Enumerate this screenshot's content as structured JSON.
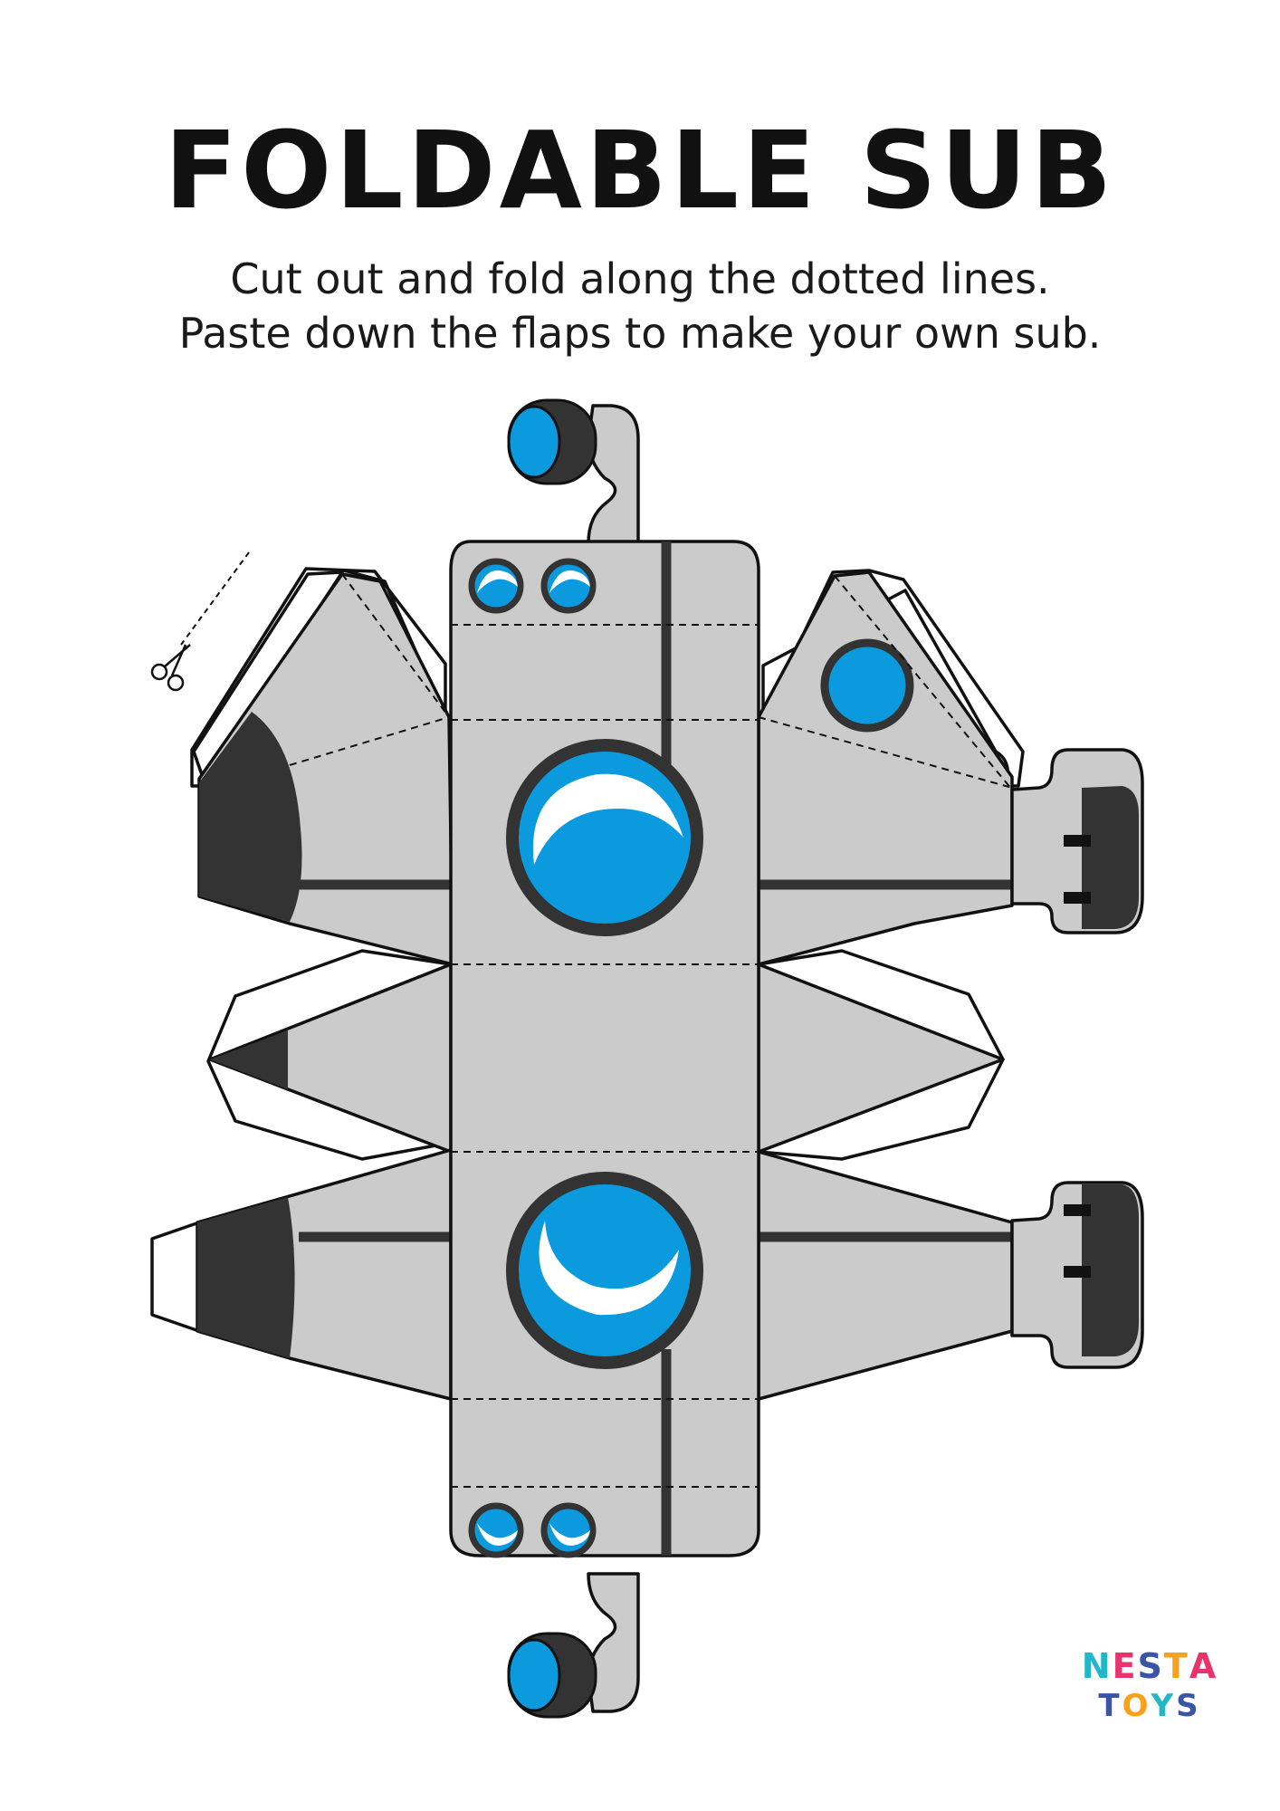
{
  "header": {
    "title": "FOLDABLE SUB",
    "line1": "Cut out and fold along the dotted lines.",
    "line2": "Paste down the flaps to make your own sub."
  },
  "logo": {
    "letters_top": [
      "N",
      "E",
      "S",
      "T",
      "A"
    ],
    "letters_bottom": [
      "T",
      "O",
      "Y",
      "S"
    ],
    "colors_top": [
      "#21b7c9",
      "#e8336d",
      "#3b55a4",
      "#f6a21b",
      "#e8336d"
    ],
    "colors_bottom": [
      "#3b55a4",
      "#f6a21b",
      "#21b7c9",
      "#3b55a4"
    ]
  },
  "colors": {
    "body": "#cbcbcb",
    "dark": "#333333",
    "blue": "#0b9ade",
    "outline": "#111111"
  },
  "icons": {
    "scissors": "scissors-icon"
  }
}
